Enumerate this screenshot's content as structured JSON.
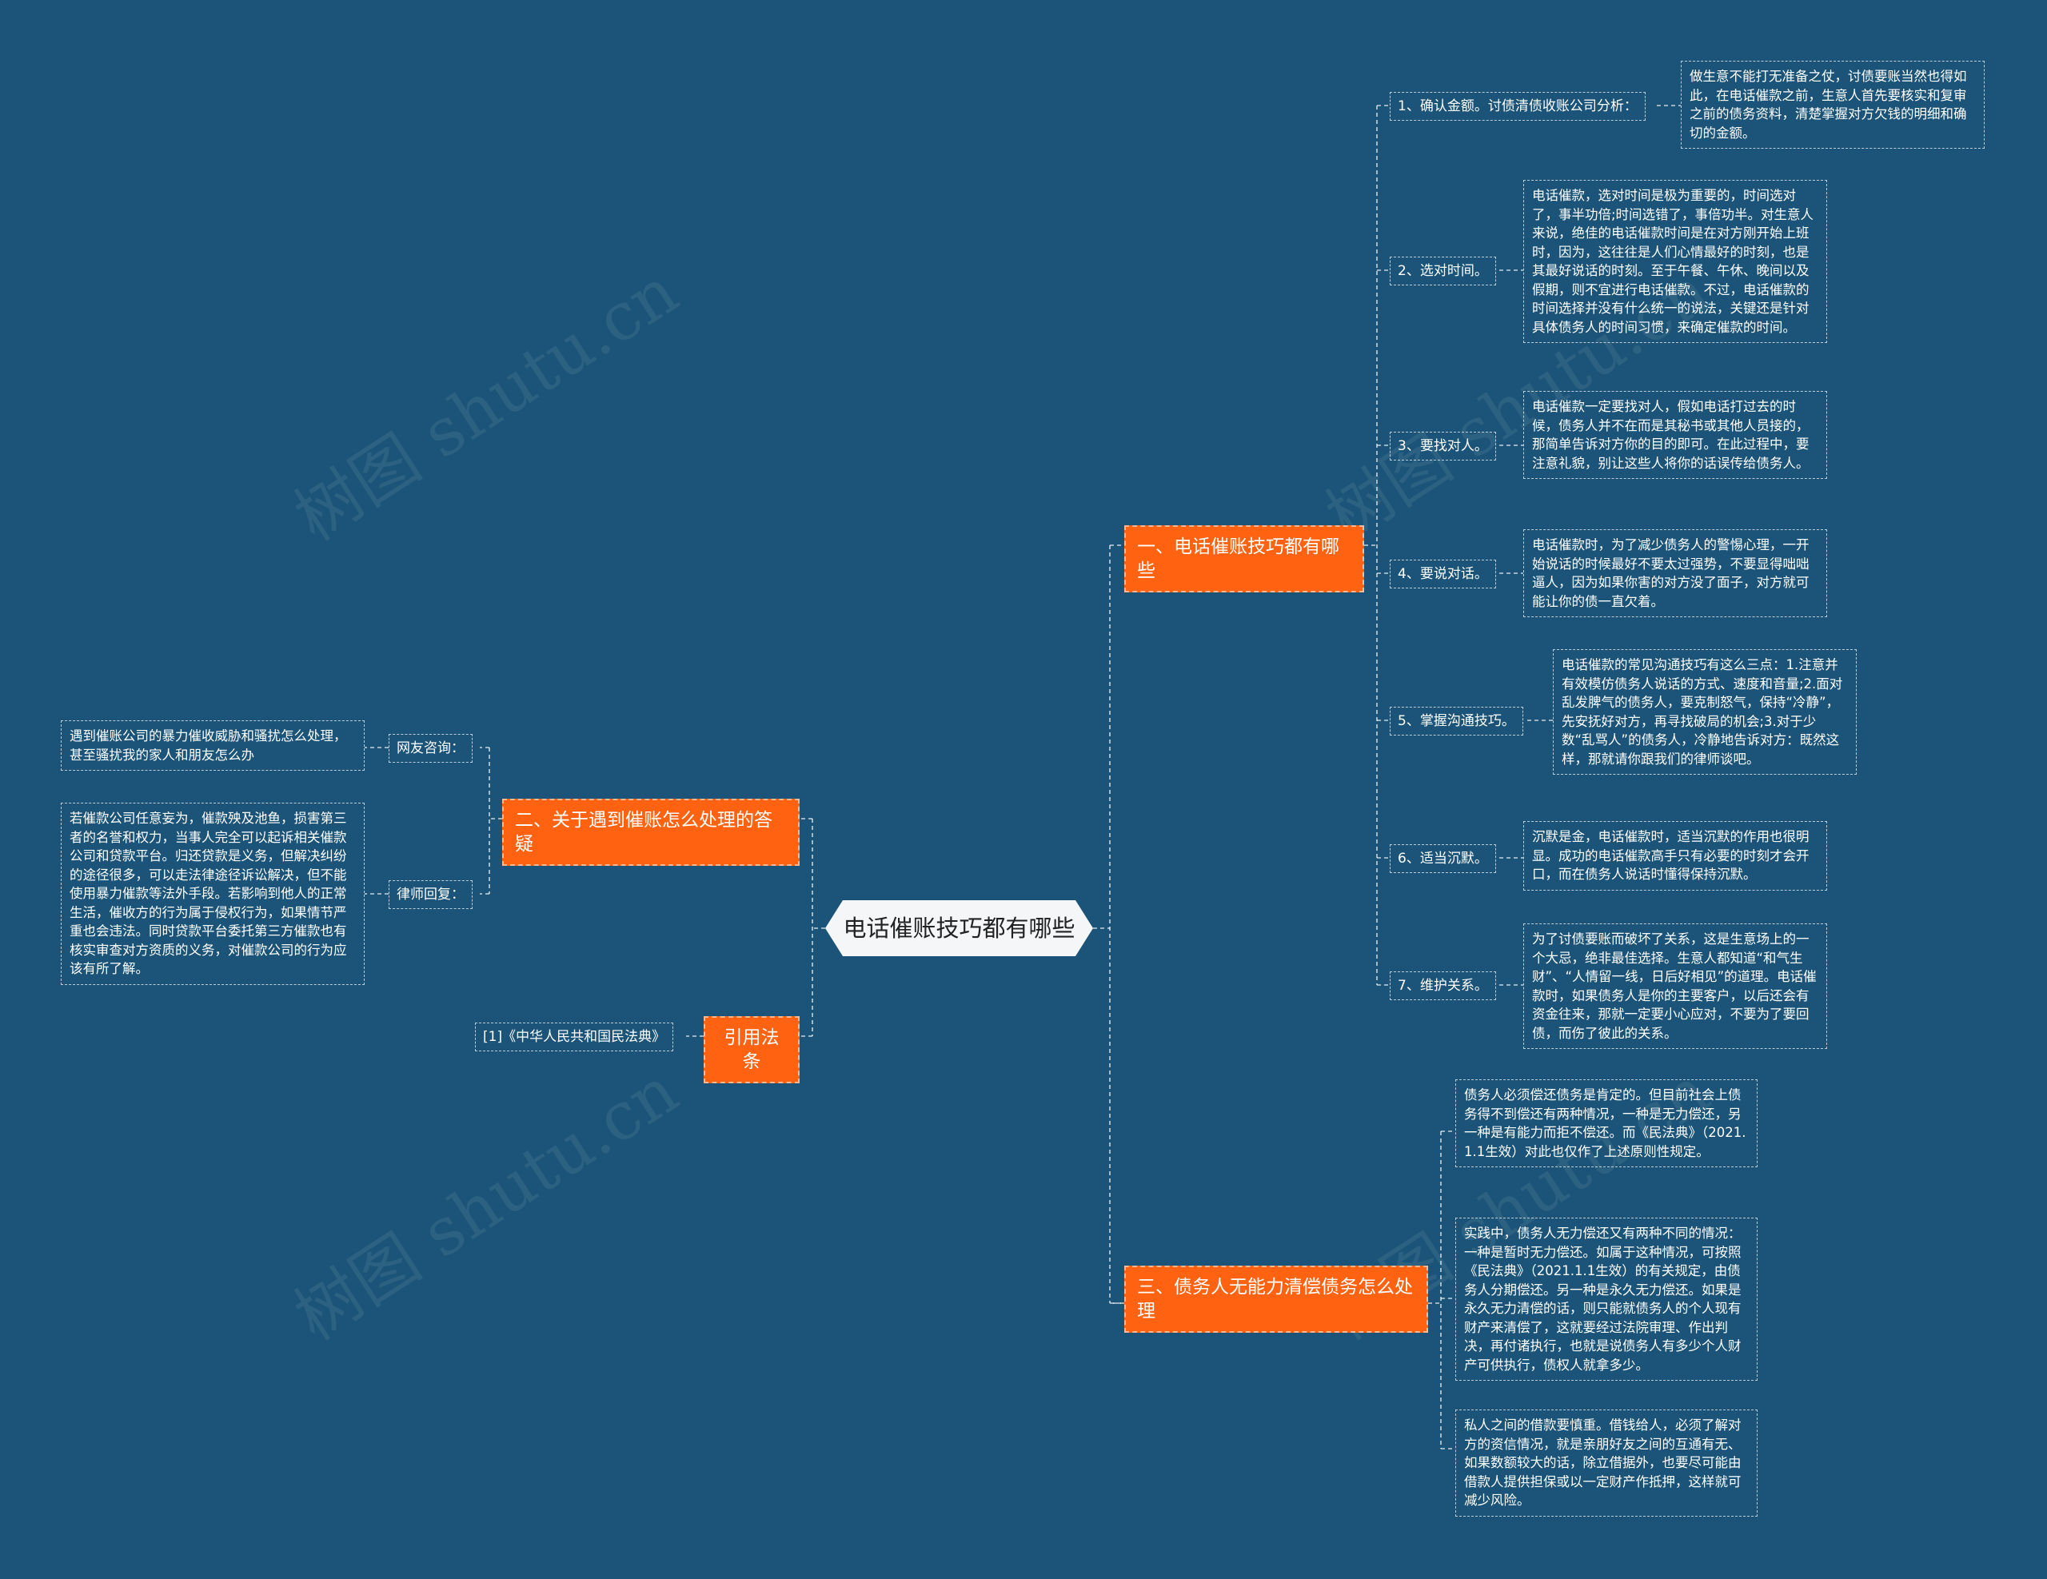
{
  "root": "电话催账技巧都有哪些",
  "watermark": "树图 shutu.cn",
  "branch1": {
    "title": "一、电话催账技巧都有哪些",
    "items": [
      {
        "label": "1、确认金额。讨债清债收账公司分析：",
        "text": "做生意不能打无准备之仗，讨债要账当然也得如此，在电话催款之前，生意人首先要核实和复审之前的债务资料，清楚掌握对方欠钱的明细和确切的金额。"
      },
      {
        "label": "2、选对时间。",
        "text": "电话催款，选对时间是极为重要的，时间选对了，事半功倍;时间选错了，事倍功半。对生意人来说，绝佳的电话催款时间是在对方刚开始上班时，因为，这往往是人们心情最好的时刻，也是其最好说话的时刻。至于午餐、午休、晚间以及假期，则不宜进行电话催款。不过，电话催款的时间选择并没有什么统一的说法，关键还是针对具体债务人的时间习惯，来确定催款的时间。"
      },
      {
        "label": "3、要找对人。",
        "text": "电话催款一定要找对人，假如电话打过去的时候，债务人并不在而是其秘书或其他人员接的，那简单告诉对方你的目的即可。在此过程中，要注意礼貌，别让这些人将你的话误传给债务人。"
      },
      {
        "label": "4、要说对话。",
        "text": "电话催款时，为了减少债务人的警惕心理，一开始说话的时候最好不要太过强势，不要显得咄咄逼人，因为如果你害的对方没了面子，对方就可能让你的债一直欠着。"
      },
      {
        "label": "5、掌握沟通技巧。",
        "text": "电话催款的常见沟通技巧有这么三点：1.注意并有效模仿债务人说话的方式、速度和音量;2.面对乱发脾气的债务人，要克制怒气，保持“冷静”，先安抚好对方，再寻找破局的机会;3.对于少数“乱骂人”的债务人，冷静地告诉对方：既然这样，那就请你跟我们的律师谈吧。"
      },
      {
        "label": "6、适当沉默。",
        "text": "沉默是金，电话催款时，适当沉默的作用也很明显。成功的电话催款高手只有必要的时刻才会开口，而在债务人说话时懂得保持沉默。"
      },
      {
        "label": "7、维护关系。",
        "text": "为了讨债要账而破坏了关系，这是生意场上的一个大忌，绝非最佳选择。生意人都知道“和气生财”、“人情留一线，日后好相见”的道理。电话催款时，如果债务人是你的主要客户，以后还会有资金往来，那就一定要小心应对，不要为了要回债，而伤了彼此的关系。"
      }
    ]
  },
  "branch2": {
    "title": "二、关于遇到催账怎么处理的答疑",
    "items": [
      {
        "label": "网友咨询：",
        "text": "遇到催账公司的暴力催收威胁和骚扰怎么处理，甚至骚扰我的家人和朋友怎么办"
      },
      {
        "label": "律师回复：",
        "text": "若催款公司任意妄为，催款殃及池鱼，损害第三者的名誉和权力，当事人完全可以起诉相关催款公司和贷款平台。归还贷款是义务，但解决纠纷的途径很多，可以走法律途径诉讼解决，但不能使用暴力催款等法外手段。若影响到他人的正常生活，催收方的行为属于侵权行为，如果情节严重也会违法。同时贷款平台委托第三方催款也有核实审查对方资质的义务，对催款公司的行为应该有所了解。"
      }
    ]
  },
  "branch3": {
    "title": "引用法条",
    "items": [
      "[1]《中华人民共和国民法典》"
    ]
  },
  "branch4": {
    "title": "三、债务人无能力清偿债务怎么处理",
    "items": [
      "债务人必须偿还债务是肯定的。但目前社会上债务得不到偿还有两种情况，一种是无力偿还，另一种是有能力而拒不偿还。而《民法典》（2021.1.1生效）对此也仅作了上述原则性规定。",
      "实践中，债务人无力偿还又有两种不同的情况：一种是暂时无力偿还。如属于这种情况，可按照《民法典》（2021.1.1生效）的有关规定，由债务人分期偿还。另一种是永久无力偿还。如果是永久无力清偿的话，则只能就债务人的个人现有财产来清偿了，这就要经过法院审理、作出判决，再付诸执行，也就是说债务人有多少个人财产可供执行，债权人就拿多少。",
      "私人之间的借款要慎重。借钱给人，必须了解对方的资信情况，就是亲朋好友之间的互通有无、如果数额较大的话，除立借据外，也要尽可能由借款人提供担保或以一定财产作抵押，这样就可减少风险。"
    ]
  }
}
